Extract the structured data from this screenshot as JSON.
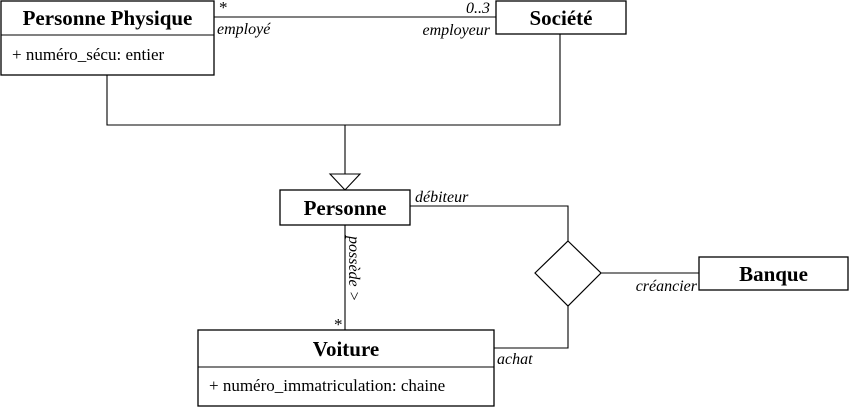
{
  "classes": {
    "personne_physique": {
      "name": "Personne Physique",
      "attribute": "+ numéro_sécu: entier"
    },
    "societe": {
      "name": "Société"
    },
    "personne": {
      "name": "Personne"
    },
    "voiture": {
      "name": "Voiture",
      "attribute": "+ numéro_immatriculation: chaine"
    },
    "banque": {
      "name": "Banque"
    }
  },
  "associations": {
    "emploi": {
      "employe_role": "employé",
      "employe_multiplicity": "*",
      "employeur_role": "employeur",
      "employeur_multiplicity": "0..3"
    },
    "possession": {
      "label": "possède >",
      "voiture_multiplicity": "*"
    },
    "credit": {
      "debiteur_role": "débiteur",
      "creancier_role": "créancier",
      "achat_role": "achat"
    }
  }
}
